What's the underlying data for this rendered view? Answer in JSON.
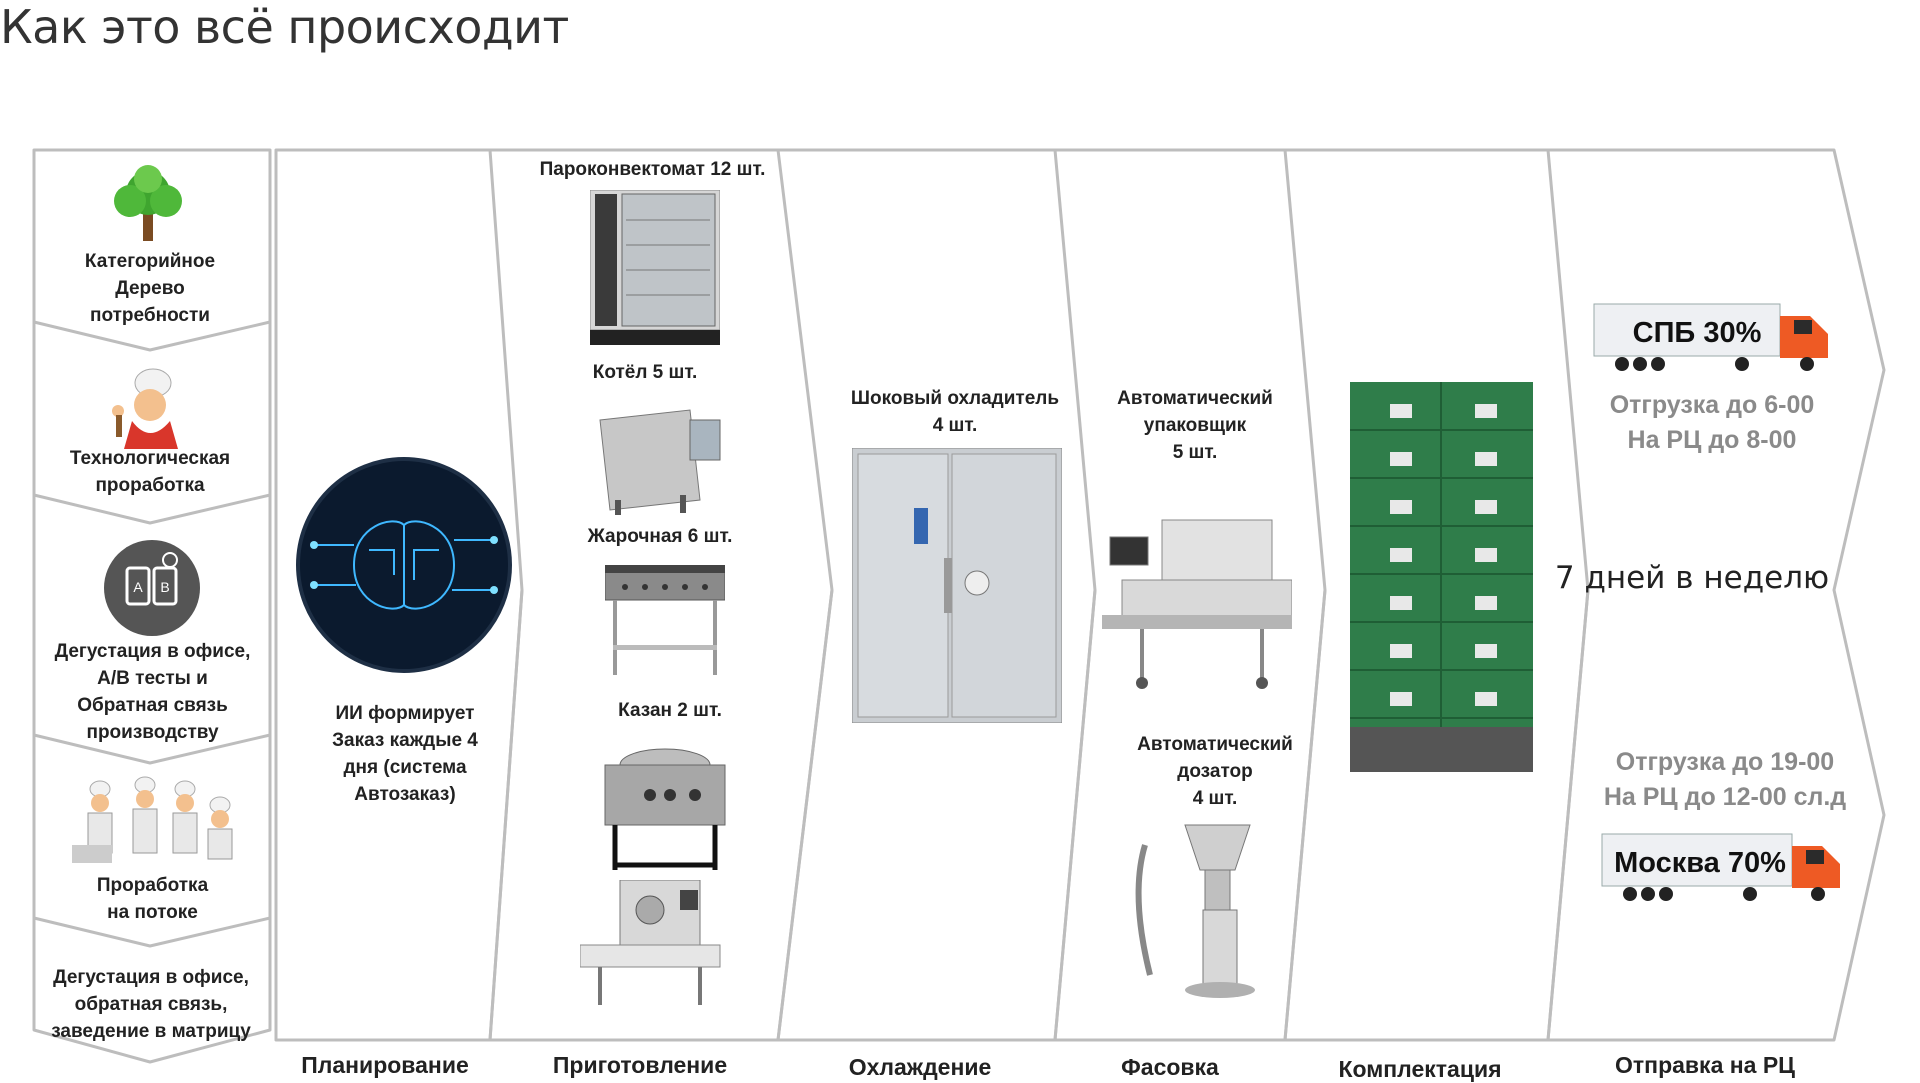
{
  "title": "Как это всё происходит",
  "left_column": {
    "items": [
      {
        "label_lines": [
          "Категорийное",
          "Дерево",
          "потребности"
        ],
        "icon": "tree-icon"
      },
      {
        "label_lines": [
          "Технологическая",
          "проработка"
        ],
        "icon": "chef-icon"
      },
      {
        "label_lines": [
          "Дегустация в офисе,",
          "А/В тесты и",
          "Обратная связь",
          "производству"
        ],
        "icon": "ab-test-icon",
        "icon_letters": [
          "A",
          "B"
        ]
      },
      {
        "label_lines": [
          "Проработка",
          "на потоке"
        ],
        "icon": "chefs-group-icon"
      },
      {
        "label_lines": [
          "Дегустация в офисе,",
          "обратная связь,",
          "заведение в матрицу"
        ]
      }
    ]
  },
  "planning": {
    "icon": "ai-brain-icon",
    "text_lines": [
      "ИИ формирует",
      "Заказ каждые 4",
      "дня (система",
      "Автозаказ)"
    ]
  },
  "cooking": {
    "items": [
      {
        "label": "Пароконвектомат 12 шт.",
        "icon": "combi-oven-icon"
      },
      {
        "label": "Котёл 5 шт.",
        "icon": "kettle-icon"
      },
      {
        "label": "Жарочная 6 шт.",
        "icon": "griddle-icon"
      },
      {
        "label": "Казан 2 шт.",
        "icon": "kazan-icon"
      },
      {
        "label": "",
        "icon": "dumpling-machine-icon"
      }
    ]
  },
  "cooling": {
    "label_lines": [
      "Шоковый охладитель",
      "4 шт."
    ],
    "icon": "blast-chiller-icon"
  },
  "packing": {
    "items": [
      {
        "label_lines": [
          "Автоматический",
          "упаковщик",
          "5 шт."
        ],
        "icon": "packing-machine-icon"
      },
      {
        "label_lines": [
          "Автоматический",
          "дозатор",
          "4 шт."
        ],
        "icon": "dosing-machine-icon"
      }
    ]
  },
  "assembly": {
    "icon": "pallet-crates-icon"
  },
  "shipping": {
    "spb_truck": "СПБ 30%",
    "spb_lines": [
      "Отгрузка до 6-00",
      "На РЦ до 8-00"
    ],
    "week": "7 дней в неделю",
    "msk_lines": [
      "Отгрузка до 19-00",
      "На РЦ до 12-00 сл.д"
    ],
    "msk_truck": "Москва 70%",
    "truck_icon": "truck-icon"
  },
  "stages": [
    "Планирование",
    "Приготовление",
    "Охлаждение",
    "Фасовка",
    "Комплектация",
    "Отправка на РЦ"
  ],
  "colors": {
    "frame": "#bdbdbd",
    "truck_cab": "#ee5a24",
    "ship_text": "#8a8a8a",
    "crate": "#2f7d4a"
  }
}
